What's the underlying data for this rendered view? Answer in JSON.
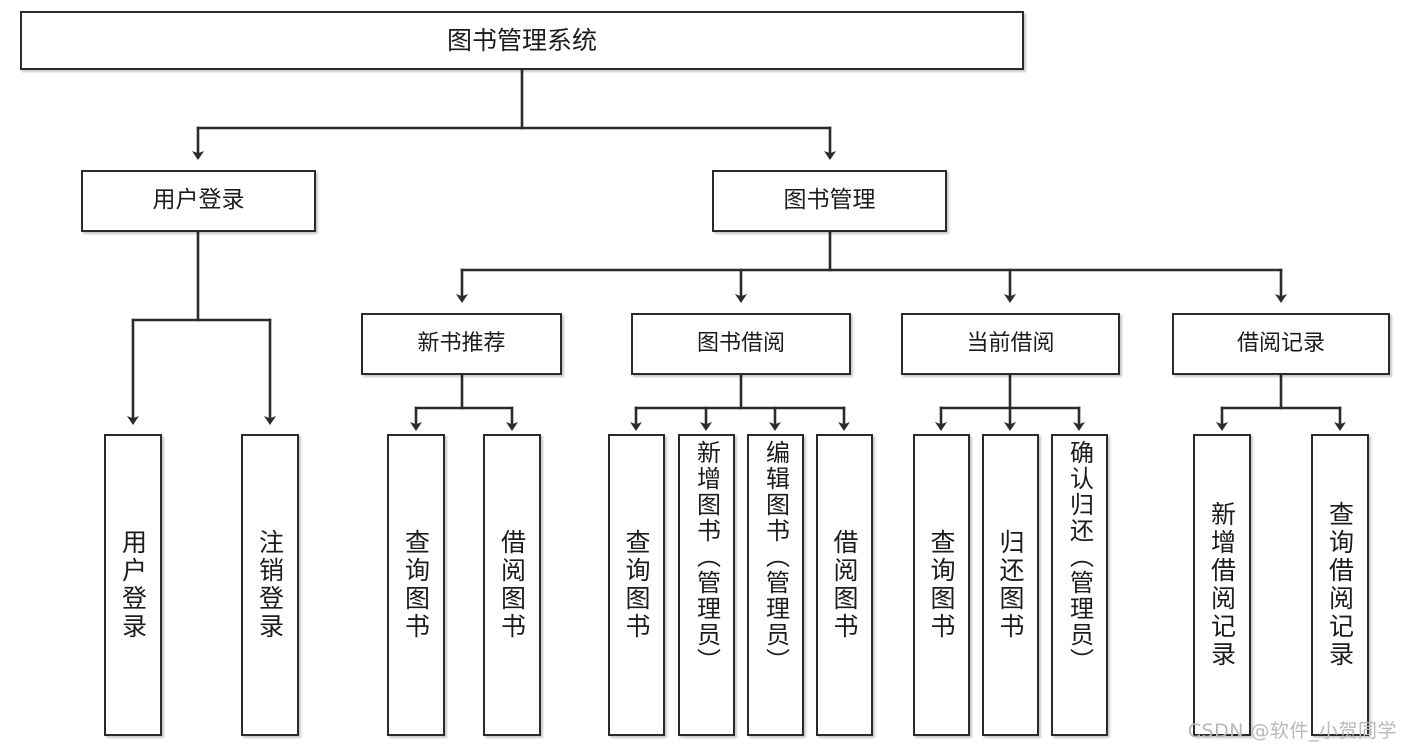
{
  "diagram": {
    "title": "图书管理系统",
    "type": "tree-hierarchy-chart",
    "watermark": "CSDN @软件_小贺同学",
    "colors": {
      "box_border": "#2b2b2b",
      "box_fill": "#ffffff",
      "connector": "#2b2b2b",
      "text": "#1c1c1c",
      "watermark": "#b9b9b9",
      "background": "#ffffff"
    },
    "root": {
      "label": "图书管理系统"
    },
    "level2": [
      {
        "label": "用户登录"
      },
      {
        "label": "图书管理"
      }
    ],
    "level3": [
      {
        "label": "新书推荐"
      },
      {
        "label": "图书借阅"
      },
      {
        "label": "当前借阅"
      },
      {
        "label": "借阅记录"
      }
    ],
    "leaves": {
      "user_login": [
        {
          "label": "用户登录"
        },
        {
          "label": "注销登录"
        }
      ],
      "new_book": [
        {
          "label": "查询图书"
        },
        {
          "label": "借阅图书"
        }
      ],
      "book_borrow": [
        {
          "label": "查询图书"
        },
        {
          "label": "新增图书（管理员）"
        },
        {
          "label": "编辑图书（管理员）"
        },
        {
          "label": "借阅图书"
        }
      ],
      "current_borrow": [
        {
          "label": "查询图书"
        },
        {
          "label": "归还图书"
        },
        {
          "label": "确认归还（管理员）"
        }
      ],
      "borrow_record": [
        {
          "label": "新增借阅记录"
        },
        {
          "label": "查询借阅记录"
        }
      ]
    }
  }
}
